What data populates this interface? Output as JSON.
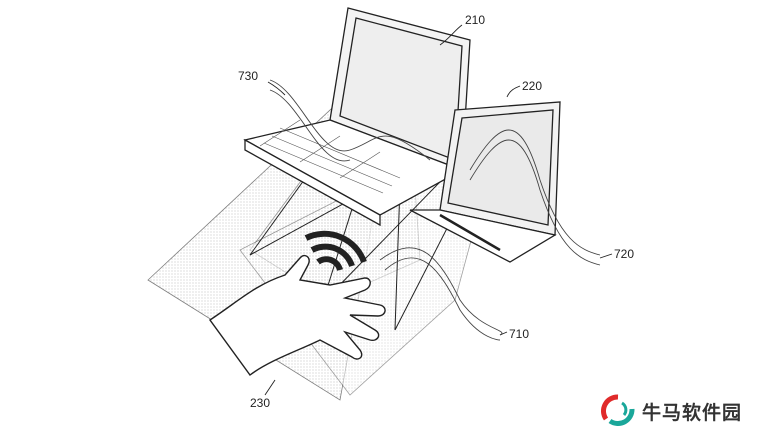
{
  "figure": {
    "labels": {
      "laptop": "210",
      "tablet": "220",
      "user_hand": "230",
      "ultrasound_lower": "710",
      "ultrasound_tablet": "720",
      "ultrasound_laptop": "730"
    }
  },
  "watermark": {
    "text": "牛马软件园",
    "colors": {
      "red": "#e02a2a",
      "teal": "#1aa79a"
    }
  }
}
